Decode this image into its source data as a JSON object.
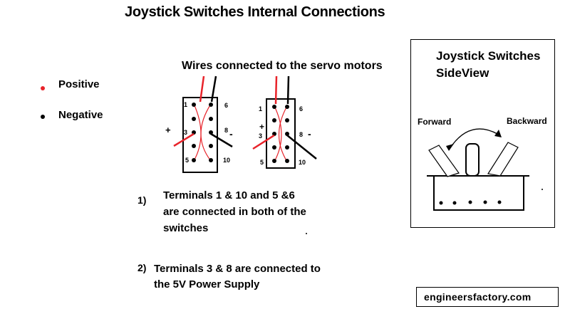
{
  "title": "Joystick Switches Internal Connections",
  "legend": {
    "positive_label": "Positive",
    "negative_label": "Negative",
    "positive_color": "#e8232a",
    "negative_color": "#000000"
  },
  "wires_label": "Wires connected to the servo motors",
  "switch_terminals": {
    "t1": "1",
    "t3": "3",
    "t5": "5",
    "t6": "6",
    "t8": "8",
    "t10": "10",
    "plus_sign": "+",
    "minus_sign": "-"
  },
  "notes": [
    {
      "number": "1)",
      "text_line1": "Terminals 1 & 10  and 5 &6",
      "text_line2": "are connected in both of the",
      "text_line3": "switches"
    },
    {
      "number": "2)",
      "text_line1": "Terminals 3 & 8 are connected to",
      "text_line2": "the 5V Power Supply"
    }
  ],
  "side_view": {
    "title_line1": "Joystick Switches",
    "title_line2": "SideView",
    "forward_label": "Forward",
    "backward_label": "Backward"
  },
  "brand": "engineersfactory.com"
}
